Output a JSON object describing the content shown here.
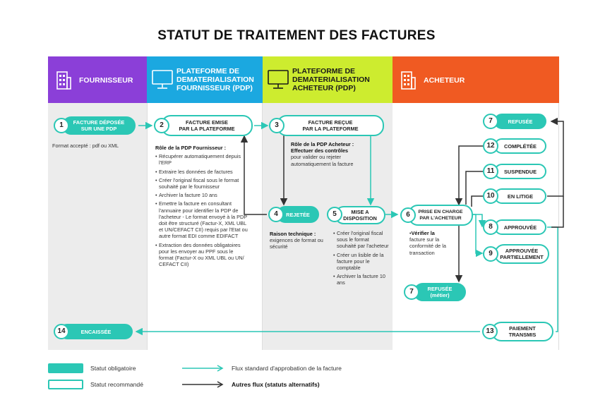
{
  "title": "STATUT DE TRAITEMENT DES FACTURES",
  "colors": {
    "fournisseur": "#8b3fd8",
    "pdp_fournisseur": "#1ba8e0",
    "pdp_acheteur": "#cdec2f",
    "acheteur": "#f05a22",
    "teal": "#2bc7b5",
    "body_grey": "#ececec"
  },
  "columns": [
    {
      "label": "FOURNISSEUR",
      "icon": "building-icon"
    },
    {
      "label_lines": [
        "PLATEFORME DE",
        "DEMATERIALISATION",
        "FOURNISSEUR (PDP)"
      ],
      "icon": "monitor-icon"
    },
    {
      "label_lines": [
        "PLATEFORME DE",
        "DEMATERIALISATION",
        "ACHETEUR (PDP)"
      ],
      "icon": "monitor-icon"
    },
    {
      "label": "ACHETEUR",
      "icon": "building-icon"
    }
  ],
  "nodes": {
    "n1": {
      "num": "1",
      "lines": [
        "FACTURE DÉPOSÉE",
        "SUR UNE PDP"
      ]
    },
    "n2": {
      "num": "2",
      "lines": [
        "FACTURE EMISE",
        "PAR LA PLATEFORME"
      ]
    },
    "n3": {
      "num": "3",
      "lines": [
        "FACTURE REÇUE",
        "PAR LA PLATEFORME"
      ]
    },
    "n4": {
      "num": "4",
      "lines": [
        "REJETÉE"
      ]
    },
    "n5": {
      "num": "5",
      "lines": [
        "MISE A",
        "DISPOSITION"
      ]
    },
    "n6": {
      "num": "6",
      "lines": [
        "PRISE EN CHARGE",
        "PAR L'ACHETEUR"
      ]
    },
    "n7a": {
      "num": "7",
      "lines": [
        "REFUSÉE"
      ]
    },
    "n7b": {
      "num": "7",
      "lines": [
        "REFUSÉE",
        "(métier)"
      ]
    },
    "n8": {
      "num": "8",
      "lines": [
        "APPROUVÉE"
      ]
    },
    "n9": {
      "num": "9",
      "lines": [
        "APPROUVÉE",
        "PARTIELLEMENT"
      ]
    },
    "n10": {
      "num": "10",
      "lines": [
        "EN LITIGE"
      ]
    },
    "n11": {
      "num": "11",
      "lines": [
        "SUSPENDUE"
      ]
    },
    "n12": {
      "num": "12",
      "lines": [
        "COMPLÉTÉE"
      ]
    },
    "n13": {
      "num": "13",
      "lines": [
        "PAIEMENT",
        "TRANSMIS"
      ]
    },
    "n14": {
      "num": "14",
      "lines": [
        "ENCAISSÉE"
      ]
    }
  },
  "texts": {
    "format": "Format accepté : pdf ou XML",
    "pdp_f_title": "Rôle de la PDP Fournisseur :",
    "pdp_f_items": [
      "Récupérer automatiquement depuis l'ERP",
      "Extraire les données de factures",
      "Créer l'original fiscal sous le format souhaité par le fournisseur",
      "Archiver la facture 10 ans",
      "Emettre la facture en consultant l'annuaire pour identifier la PDP de l'acheteur - Le format envoyé à la PDP doit être structuré (Factur-X, XML UBL et UN/CEFACT CII) requis par l'Etat ou autre format EDI comme EDIFACT",
      "Extraction des données obligatoires pour les envoyer au PPF sous le format (Factur-X ou XML UBL ou UN/ CEFACT CII)"
    ],
    "pdp_a_title": "Rôle de la PDP Acheteur :",
    "pdp_a_bold": "Effectuer des contrôles",
    "pdp_a_rest": "pour valider ou rejeter automatiquement la facture",
    "raison_bold": "Raison technique :",
    "raison_rest": "exigences de format ou sécurité",
    "dispo_items": [
      "Créer l'original fiscal sous le format souhaité par l'acheteur",
      "Créer un lisible de la facture pour le comptable",
      "Archiver la facture 10 ans"
    ],
    "verif_bold": "Vérifier la",
    "verif_rest": "facture sur la conformité de la transaction"
  },
  "legend": {
    "obligatoire": "Statut obligatoire",
    "recommande": "Statut recommandé",
    "flux_standard": "Flux standard d'approbation de la facture",
    "autres_flux": "Autres flux (statuts alternatifs)"
  }
}
